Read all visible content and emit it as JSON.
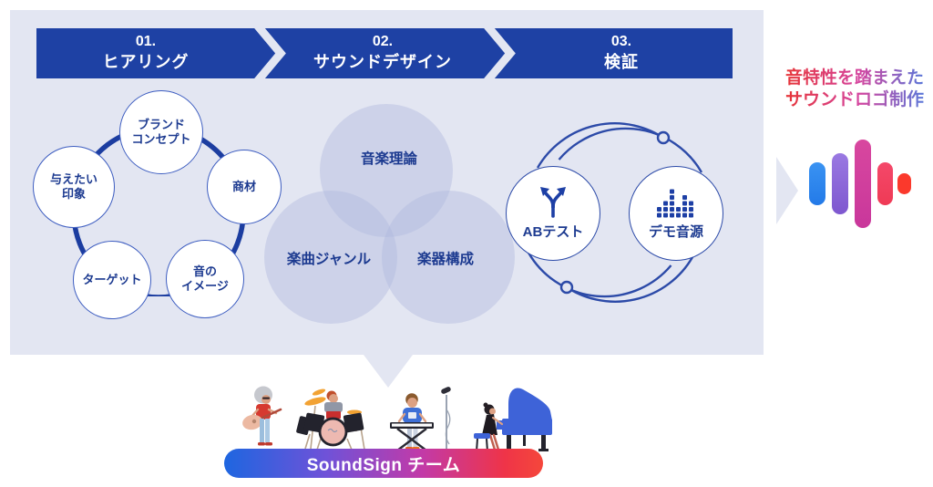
{
  "steps": [
    {
      "number": "01.",
      "label": "ヒアリング"
    },
    {
      "number": "02.",
      "label": "サウンドデザイン"
    },
    {
      "number": "03.",
      "label": "検証"
    }
  ],
  "hearing": {
    "nodes": [
      "ブランド\nコンセプト",
      "与えたい\n印象",
      "商材",
      "ターゲット",
      "音の\nイメージ"
    ]
  },
  "sound_design": {
    "labels": [
      "音楽理論",
      "楽曲ジャンル",
      "楽器構成"
    ]
  },
  "verification": {
    "ab_test_label": "ABテスト",
    "demo_label": "デモ音源",
    "icons": [
      "fork-arrows-icon",
      "equalizer-icon"
    ]
  },
  "result": {
    "heading_line1": "音特性を踏まえた",
    "heading_line2": "サウンドロゴ制作",
    "text_gradient": [
      "#e8322b",
      "#d6459e",
      "#4b7ee0"
    ],
    "soundwave_colors": [
      "#2e87ef",
      "#8b68d8",
      "#d03da0",
      "#f33f5e",
      "#fb392c"
    ]
  },
  "team": {
    "label": "SoundSign チーム",
    "banner_gradient": [
      "#1e66e0",
      "#6f52d8",
      "#c23aa8",
      "#f5473b"
    ],
    "members": [
      "guitarist",
      "drummer",
      "keyboardist",
      "pianist"
    ]
  },
  "colors": {
    "banner_blue": "#1e41a4",
    "board_background": "#e3e6f2",
    "navy_text": "#1c3a90"
  }
}
